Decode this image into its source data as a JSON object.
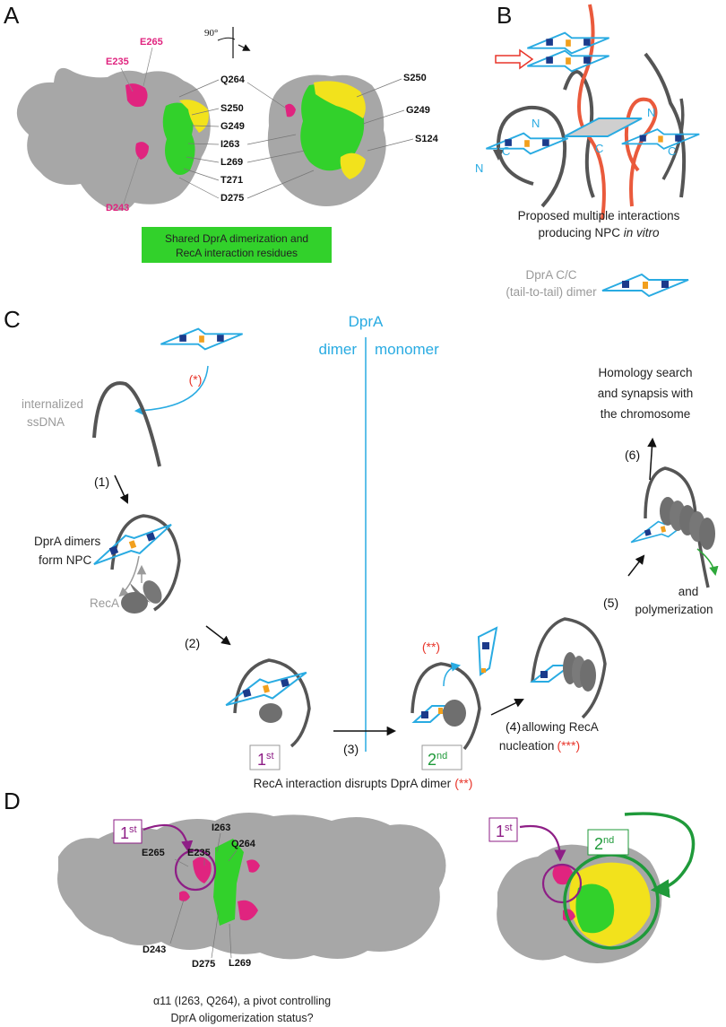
{
  "panels": {
    "a": "A",
    "b": "B",
    "c": "C",
    "d": "D"
  },
  "panel_a": {
    "rotation": "90°",
    "pink_residues": [
      "E235",
      "E265",
      "D243"
    ],
    "left_residues": [
      "Q264",
      "S250",
      "G249",
      "I263",
      "L269",
      "T271",
      "D275"
    ],
    "right_residues": [
      "S250",
      "G249",
      "S124"
    ],
    "legend_line1": "Shared DprA dimerization and",
    "legend_line2": "RecA interaction residues"
  },
  "panel_b": {
    "n_label": "N",
    "c_label": "C",
    "caption_line1": "Proposed multiple interactions",
    "caption_line2": "producing  NPC",
    "caption_italic": "in vitro",
    "dimer_line1": "DprA C/C",
    "dimer_line2": "(tail-to-tail) dimer"
  },
  "panel_c": {
    "dpra": "DprA",
    "dimer": "dimer",
    "monomer": "monomer",
    "star1": "(*)",
    "star2": "(**)",
    "star3": "(***)",
    "internalized_1": "internalized",
    "internalized_2": "ssDNA",
    "step1": "(1)",
    "step2": "(2)",
    "step3": "(3)",
    "step4": "(4)",
    "step5": "(5)",
    "step6": "(6)",
    "npc_1": "DprA dimers",
    "npc_2": "form NPC",
    "reca": "RecA",
    "first_base": "1",
    "first_sup": "st",
    "second_base": "2",
    "second_sup": "nd",
    "nucleation_1": "allowing RecA",
    "nucleation_2": "nucleation",
    "poly_1": "and",
    "poly_2": "polymerization",
    "homology_1": "Homology search",
    "homology_2": "and synapsis with",
    "homology_3": "the chromosome",
    "bottom_caption": "RecA interaction disrupts DprA dimer"
  },
  "panel_d": {
    "residues": [
      "E265",
      "E235",
      "I263",
      "Q264",
      "D243",
      "D275",
      "L269"
    ],
    "caption_line1": "α11 (I263, Q264), a pivot controlling",
    "caption_line2": "DprA oligomerization status?"
  },
  "colors": {
    "protein_gray": "#a7a7a7",
    "pink": "#e0247f",
    "green": "#32d12b",
    "yellow": "#f2e21c",
    "dpra_blue": "#29abe2",
    "dark_blue": "#1b3a8a",
    "orange": "#f2a01e",
    "ssdna_red": "#ea5a3c",
    "ssdna_gray": "#555555",
    "purple": "#8e1e86",
    "dark_green": "#1f9a3a"
  }
}
